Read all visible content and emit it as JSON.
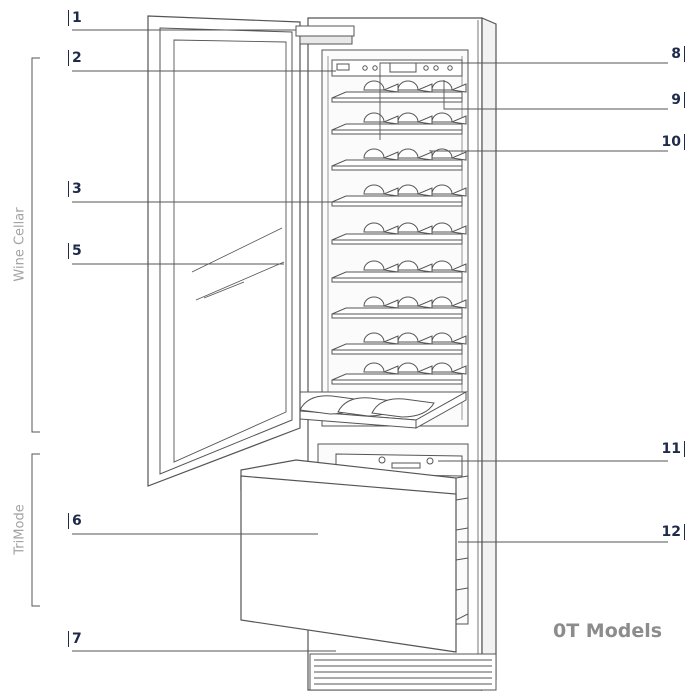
{
  "callouts": {
    "c1": "1",
    "c2": "2",
    "c3": "3",
    "c5": "5",
    "c6": "6",
    "c7": "7",
    "c8": "8",
    "c9": "9",
    "c10": "10",
    "c11": "11",
    "c12": "12"
  },
  "sections": {
    "wine_cellar": "Wine Cellar",
    "trimode": "TriMode"
  },
  "model_label": "0T Models",
  "colors": {
    "callout": "#1e2a4a",
    "line": "#555555",
    "section": "#a3a3a3",
    "model": "#8c8c8c"
  }
}
